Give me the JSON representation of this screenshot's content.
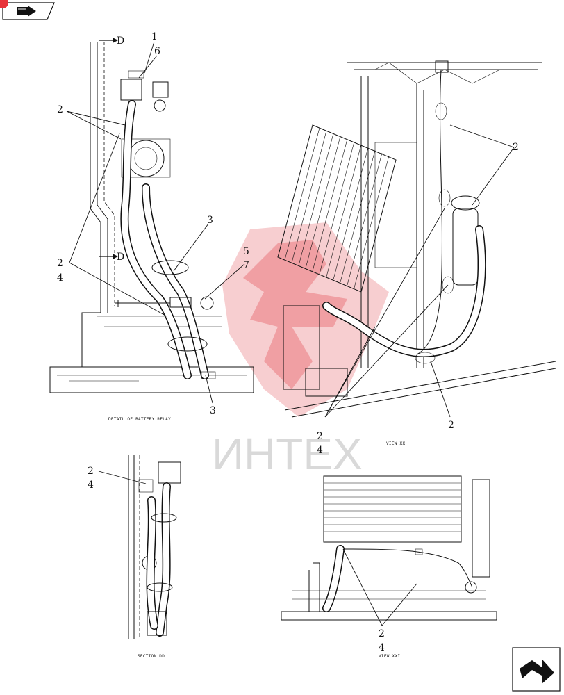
{
  "watermark": {
    "text": "ИНТЕХ",
    "logo_color": "#e8333a"
  },
  "icons": {
    "nav_top": "prev-page-arrow-icon",
    "nav_bottom": "next-page-arrow-icon"
  },
  "detail_battery_relay": {
    "caption": "DETAIL OF BATTERY RELAY",
    "section_marks": [
      {
        "letter": "D"
      },
      {
        "letter": "D"
      }
    ],
    "callouts": [
      "1",
      "6",
      "2",
      "2",
      "4",
      "3",
      "5",
      "7",
      "3"
    ]
  },
  "view_xx": {
    "caption": "VIEW XX",
    "callouts": [
      "2",
      "2",
      "2",
      "4"
    ]
  },
  "section_dd": {
    "caption": "SECTION DD",
    "callouts": [
      "2",
      "4"
    ]
  },
  "view_xxi": {
    "caption": "VIEW XXI",
    "callouts": [
      "2",
      "4"
    ]
  }
}
